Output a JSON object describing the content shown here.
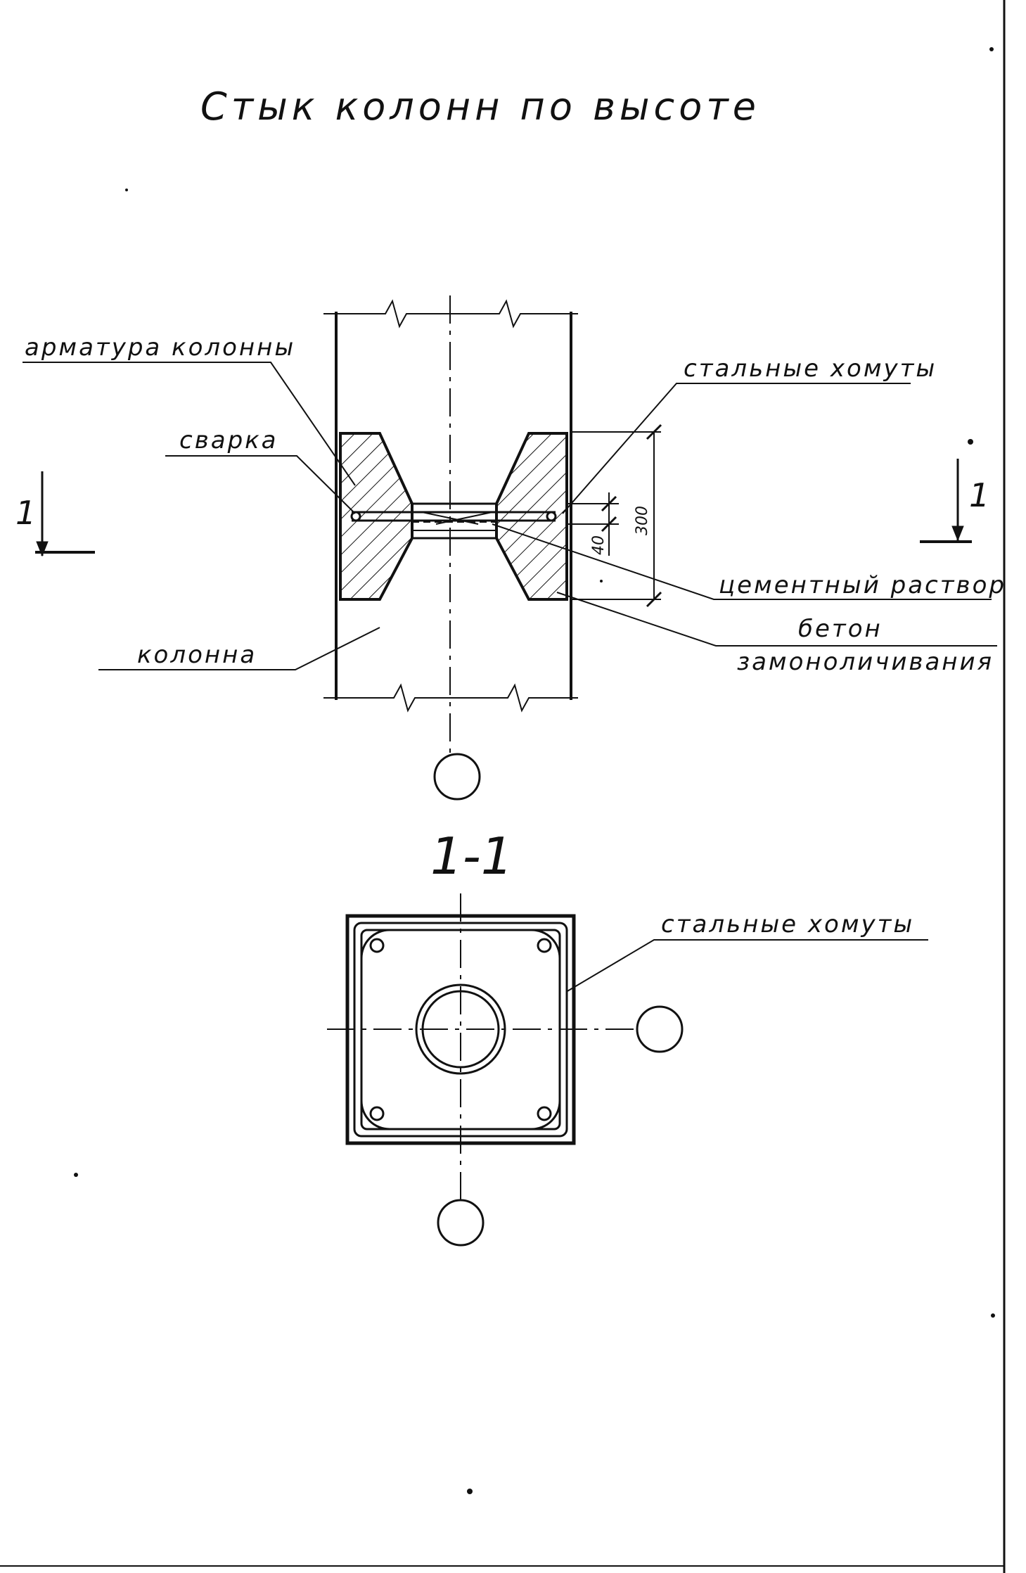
{
  "title": "Стык колонн по высоте",
  "section_mark": "1",
  "section_title": "1-1",
  "labels": {
    "rebar": "арматура колонны",
    "weld": "сварка",
    "steel_clamps": "стальные хомуты",
    "cement_mortar": "цементный раствор",
    "concrete_line1": "бетон",
    "concrete_line2": "замоноличивания",
    "column": "колонна",
    "steel_clamps_plan": "стальные хомуты"
  },
  "dimensions": {
    "joint_height": "300",
    "mortar_gap": "40"
  },
  "colors": {
    "ink": "#111111",
    "paper": "#ffffff"
  }
}
